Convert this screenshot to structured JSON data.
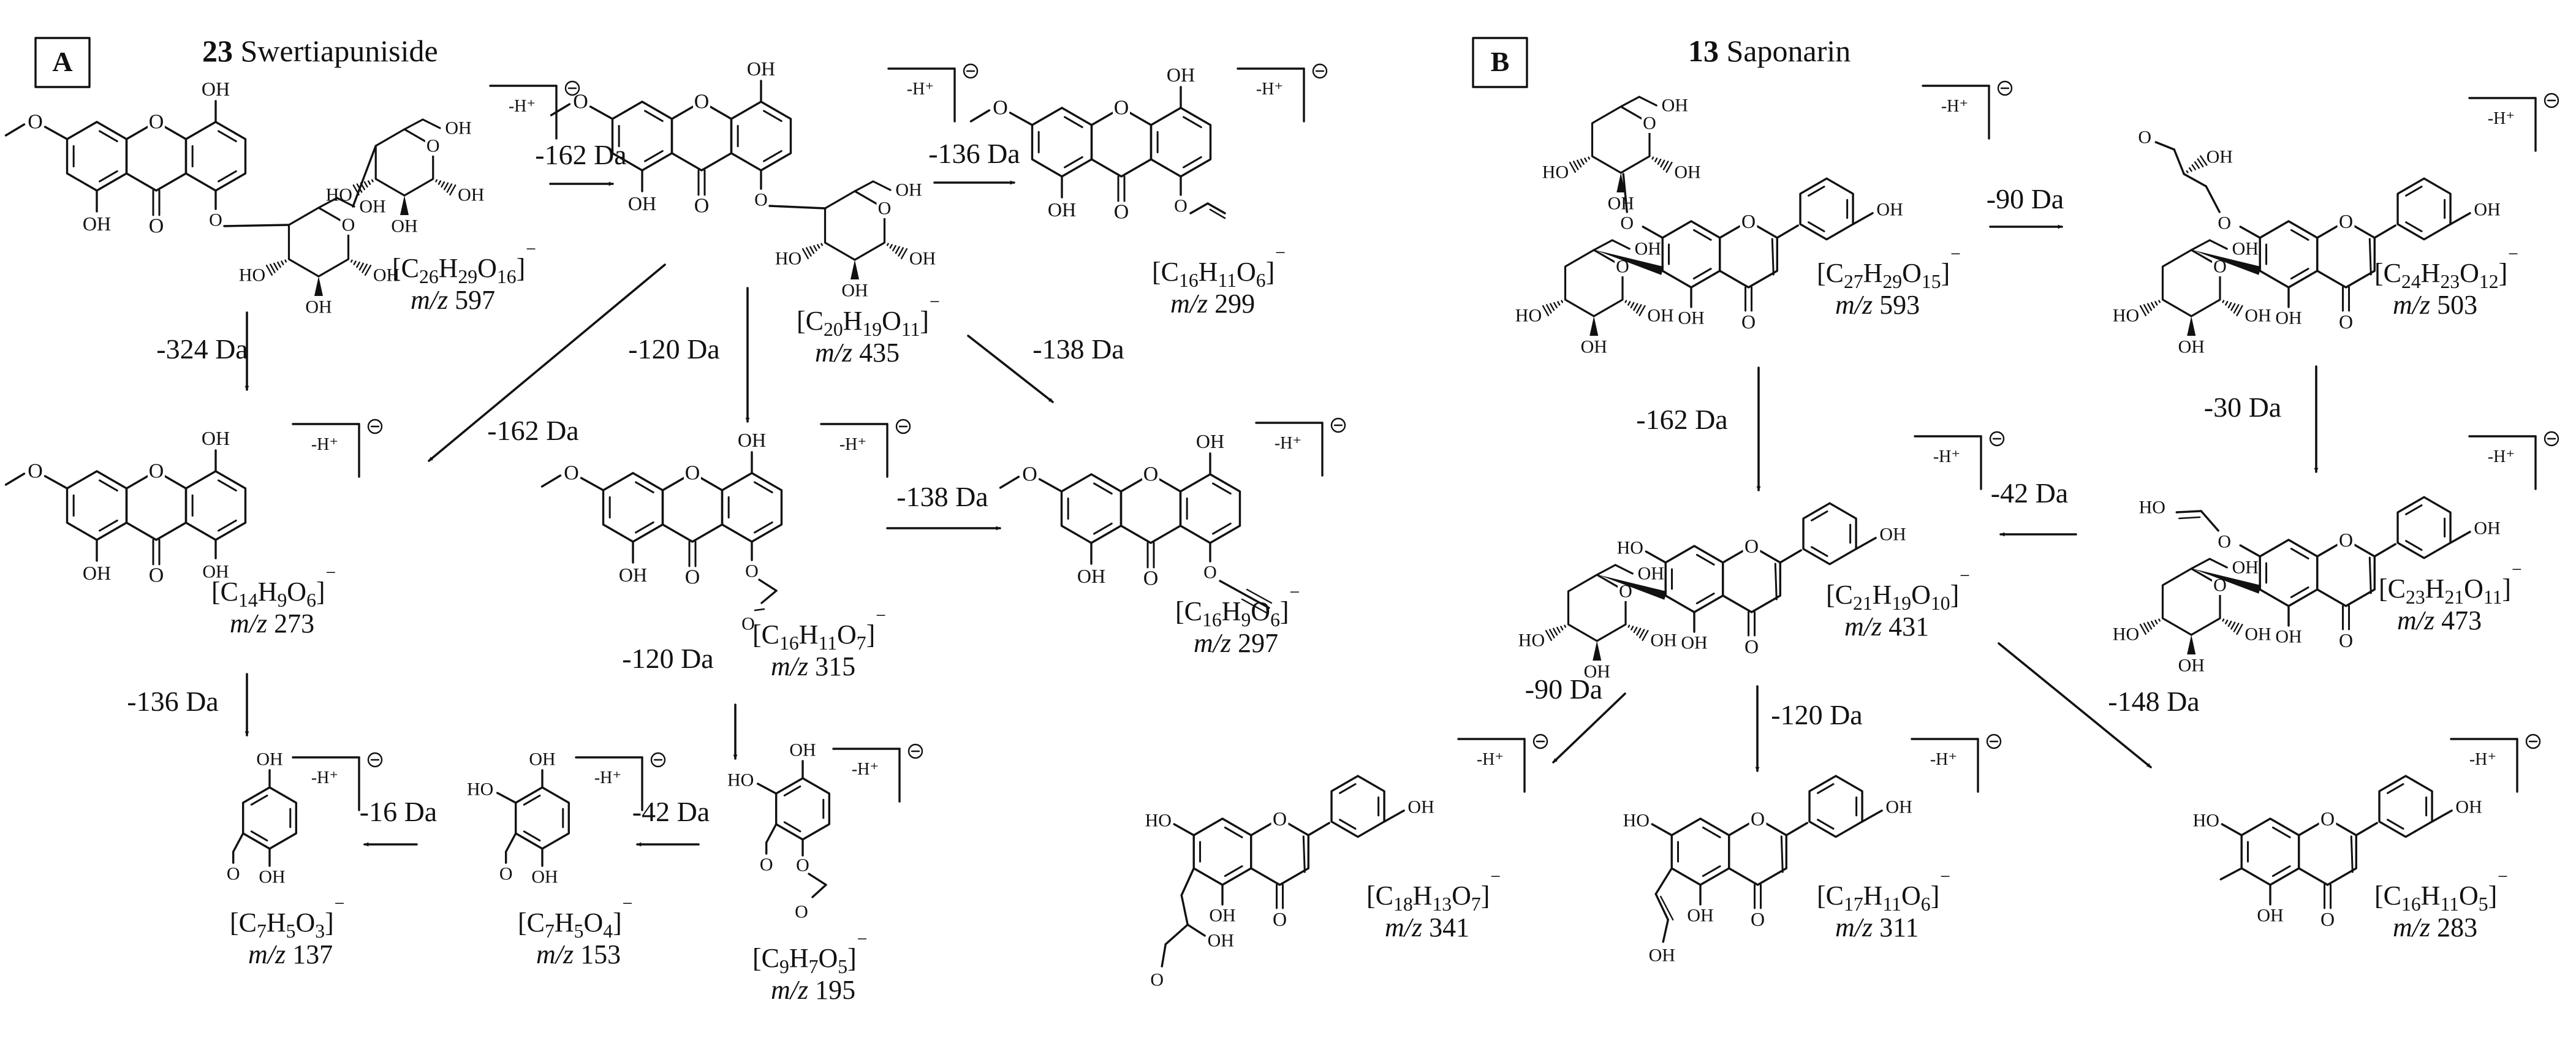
{
  "panels": [
    {
      "letter": "A",
      "compound_number": "23",
      "compound_name": "Swertiapuniside"
    },
    {
      "letter": "B",
      "compound_number": "13",
      "compound_name": "Saponarin"
    }
  ],
  "fragments": {
    "a1": {
      "formula": "[C26H29O16]⁻",
      "mz": "597"
    },
    "a2": {
      "formula": "[C20H19O11]⁻",
      "mz": "435"
    },
    "a3": {
      "formula": "[C16H11O6]⁻",
      "mz": "299"
    },
    "a4": {
      "formula": "[C14H9O6]⁻",
      "mz": "273"
    },
    "a5": {
      "formula": "[C16H11O7]⁻",
      "mz": "315"
    },
    "a6": {
      "formula": "[C16H9O6]⁻",
      "mz": "297"
    },
    "a7": {
      "formula": "[C7H5O3]⁻",
      "mz": "137"
    },
    "a8": {
      "formula": "[C7H5O4]⁻",
      "mz": "153"
    },
    "a9": {
      "formula": "[C9H7O5]⁻",
      "mz": "195"
    },
    "b1": {
      "formula": "[C27H29O15]⁻",
      "mz": "593"
    },
    "b2": {
      "formula": "[C24H23O12]⁻",
      "mz": "503"
    },
    "b3": {
      "formula": "[C21H19O10]⁻",
      "mz": "431"
    },
    "b4": {
      "formula": "[C23H21O11]⁻",
      "mz": "473"
    },
    "b5": {
      "formula": "[C18H13O7]⁻",
      "mz": "341"
    },
    "b6": {
      "formula": "[C17H11O6]⁻",
      "mz": "311"
    },
    "b7": {
      "formula": "[C16H11O5]⁻",
      "mz": "283"
    }
  },
  "losses": {
    "a1_a2": "-162 Da",
    "a2_a3": "-136 Da",
    "a1_a4": "-324 Da",
    "a2_a4": "-162 Da",
    "a2_a5": "-120 Da",
    "a2_a6": "-138 Da",
    "a5_a6": "-138 Da",
    "a4_a7": "-136 Da",
    "a5_a9": "-120 Da",
    "a9_a8": "-42 Da",
    "a8_a7": "-16 Da",
    "b1_b2": "-90 Da",
    "b1_b3": "-162 Da",
    "b2_b4": "-30 Da",
    "b4_b3": "-42 Da",
    "b3_b5": "-90 Da",
    "b3_b6": "-120 Da",
    "b3_b7": "-148 Da"
  },
  "deprotonation_label": "-H⁺",
  "mz_prefix": "m/z",
  "atom_labels": {
    "hydroxyl": "OH",
    "hydroxyl_left": "HO",
    "oxygen": "O"
  }
}
